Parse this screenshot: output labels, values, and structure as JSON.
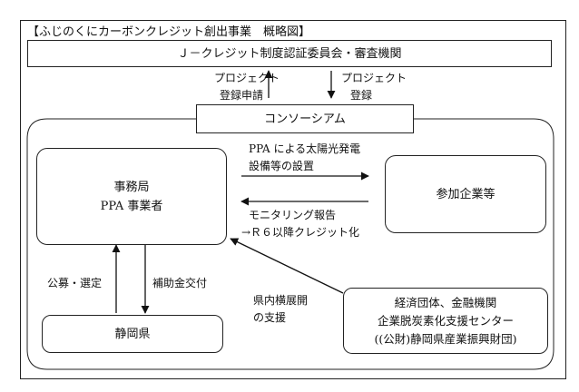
{
  "title": "【ふじのくにカーボンクレジット創出事業　概略図】",
  "committee": "Ｊ－クレジット制度認証委員会・審査機関",
  "consortium": "コンソーシアム",
  "office": {
    "line1": "事務局",
    "line2": "PPA 事業者"
  },
  "participants": "参加企業等",
  "prefecture": "静岡県",
  "partners": {
    "line1": "経済団体、金融機関",
    "line2": "企業脱炭素化支援センター",
    "line3": "((公財)静岡県産業振興財団)"
  },
  "labels": {
    "project_apply_1": "プロジェクト",
    "project_apply_2": "登録申請",
    "project_register_1": "プロジェクト",
    "project_register_2": "登録",
    "ppa_1": "PPA による太陽光発電",
    "ppa_2": "設備等の設置",
    "monitoring_1": "モニタリング報告",
    "monitoring_2": "→Ｒ６以降クレジット化",
    "recruit": "公募・選定",
    "subsidy": "補助金交付",
    "expansion_1": "県内横展開",
    "expansion_2": "の支援"
  }
}
